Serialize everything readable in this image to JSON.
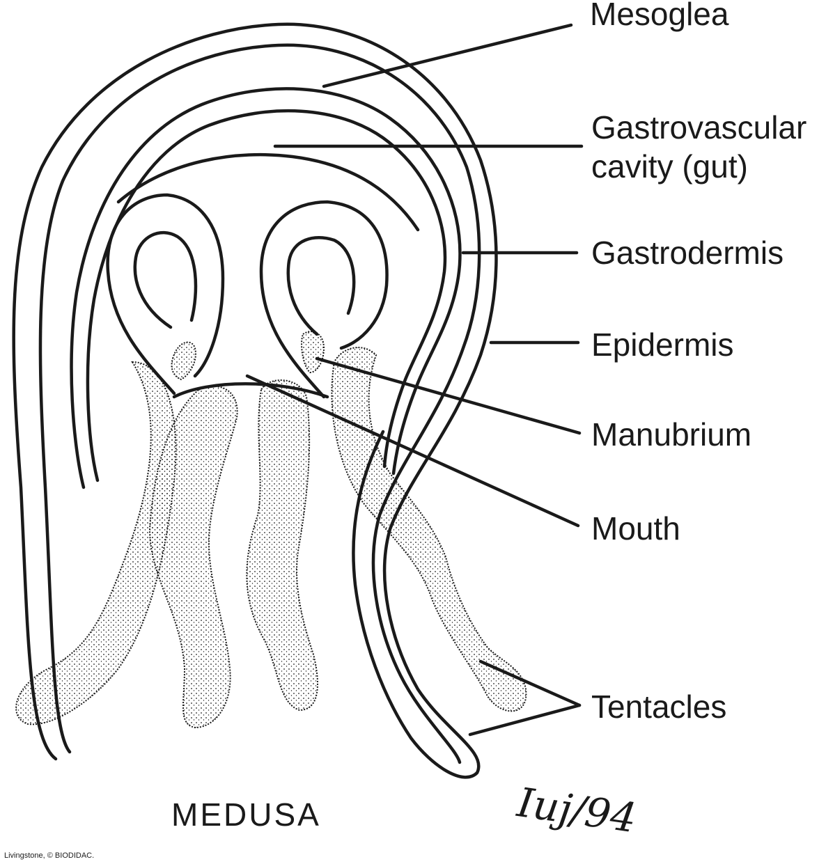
{
  "labels": {
    "mesoglea": "Mesoglea",
    "gastrovascular_line1": "Gastrovascular",
    "gastrovascular_line2": "cavity (gut)",
    "gastrodermis": "Gastrodermis",
    "epidermis": "Epidermis",
    "manubrium": "Manubrium",
    "mouth": "Mouth",
    "tentacles": "Tentacles"
  },
  "title": "MEDUSA",
  "credit": "Livingstone, © BIODIDAC.",
  "signature": "Iuj/94",
  "colors": {
    "ink": "#1a1a1a",
    "background": "#ffffff"
  }
}
